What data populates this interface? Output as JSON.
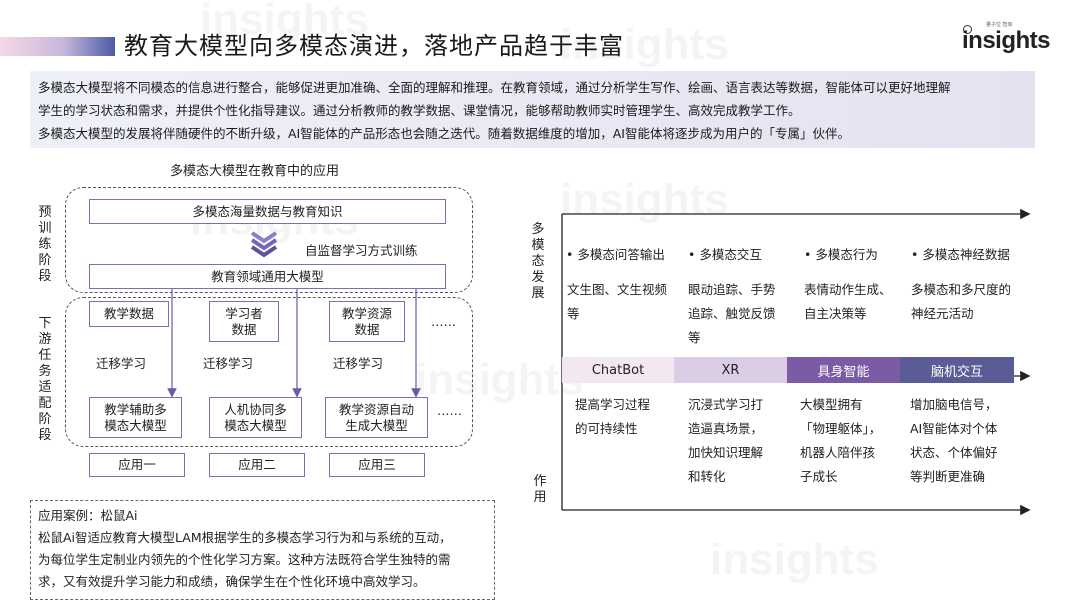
{
  "header": {
    "title": "教育大模型向多模态演进，落地产品趋于丰富",
    "logo_small": "量子位 智库",
    "logo_word": "insights"
  },
  "intro": {
    "line1": "多模态大模型将不同模态的信息进行整合，能够促进更加准确、全面的理解和推理。在教育领域，通过分析学生写作、绘画、语言表达等数据，智能体可以更好地理解",
    "line2": "学生的学习状态和需求，并提供个性化指导建议。通过分析教师的教学数据、课堂情况，能够帮助教师实时管理学生、高效完成教学工作。",
    "line3": "多模态大模型的发展将伴随硬件的不断升级，AI智能体的产品形态也会随之迭代。随着数据维度的增加，AI智能体将逐步成为用户的「专属」伙伴。"
  },
  "left_diagram": {
    "title": "多模态大模型在教育中的应用",
    "stage1_label": "预训练阶段",
    "stage2_label": "下游任务适配阶段",
    "pretrain_data": "多模态海量数据与教育知识",
    "training_method": "自监督学习方式训练",
    "general_model": "教育领域通用大模型",
    "data_sources": [
      "教学数据",
      "学习者\n数据",
      "教学资源\n数据"
    ],
    "ellipsis": "……",
    "transfer": [
      "迁移学习",
      "迁移学习",
      "迁移学习"
    ],
    "downstream_models": [
      "教学辅助多\n模态大模型",
      "人机协同多\n模态大模型",
      "教学资源自动\n生成大模型"
    ],
    "applications": [
      "应用一",
      "应用二",
      "应用三"
    ]
  },
  "case": {
    "title": "应用案例：松鼠Ai",
    "line1": "松鼠Ai智适应教育大模型LAM根据学生的多模态学习行为和与系统的互动，",
    "line2": "为每位学生定制业内领先的个性化学习方案。这种方法既符合学生独特的需",
    "line3": "求，又有效提升学习能力和成绩，确保学生在个性化环境中高效学习。"
  },
  "right_chart": {
    "y_top_label": "多模态发展",
    "y_bottom_label": "作用",
    "columns": [
      {
        "head": "•  多模态问答输出",
        "desc": "文生图、文生视频\n等",
        "stage": "ChatBot",
        "effect": "提高学习过程\n的可持续性"
      },
      {
        "head": "•  多模态交互",
        "desc": "眼动追踪、手势\n追踪、触觉反馈\n等",
        "stage": "XR",
        "effect": "沉浸式学习打\n造逼真场景，\n加快知识理解\n和转化"
      },
      {
        "head": "•  多模态行为",
        "desc": "表情动作生成、\n自主决策等",
        "stage": "具身智能",
        "effect": "大模型拥有\n「物理躯体」，\n机器人陪伴孩\n子成长"
      },
      {
        "head": "•  多模态神经数据",
        "desc": "多模态和多尺度的\n神经元活动",
        "stage": "脑机交互",
        "effect": "增加脑电信号，\nAI智能体对个体\n状态、个体偏好\n等判断更准确"
      }
    ],
    "band_colors": [
      "#f3e8f2",
      "#dccde6",
      "#7b5aa6",
      "#5b5b96"
    ],
    "band_text_colors": [
      "#222222",
      "#222222",
      "#ffffff",
      "#ffffff"
    ]
  },
  "colors": {
    "accent": "#7a6fb3",
    "arrow": "#6a5aa8"
  }
}
